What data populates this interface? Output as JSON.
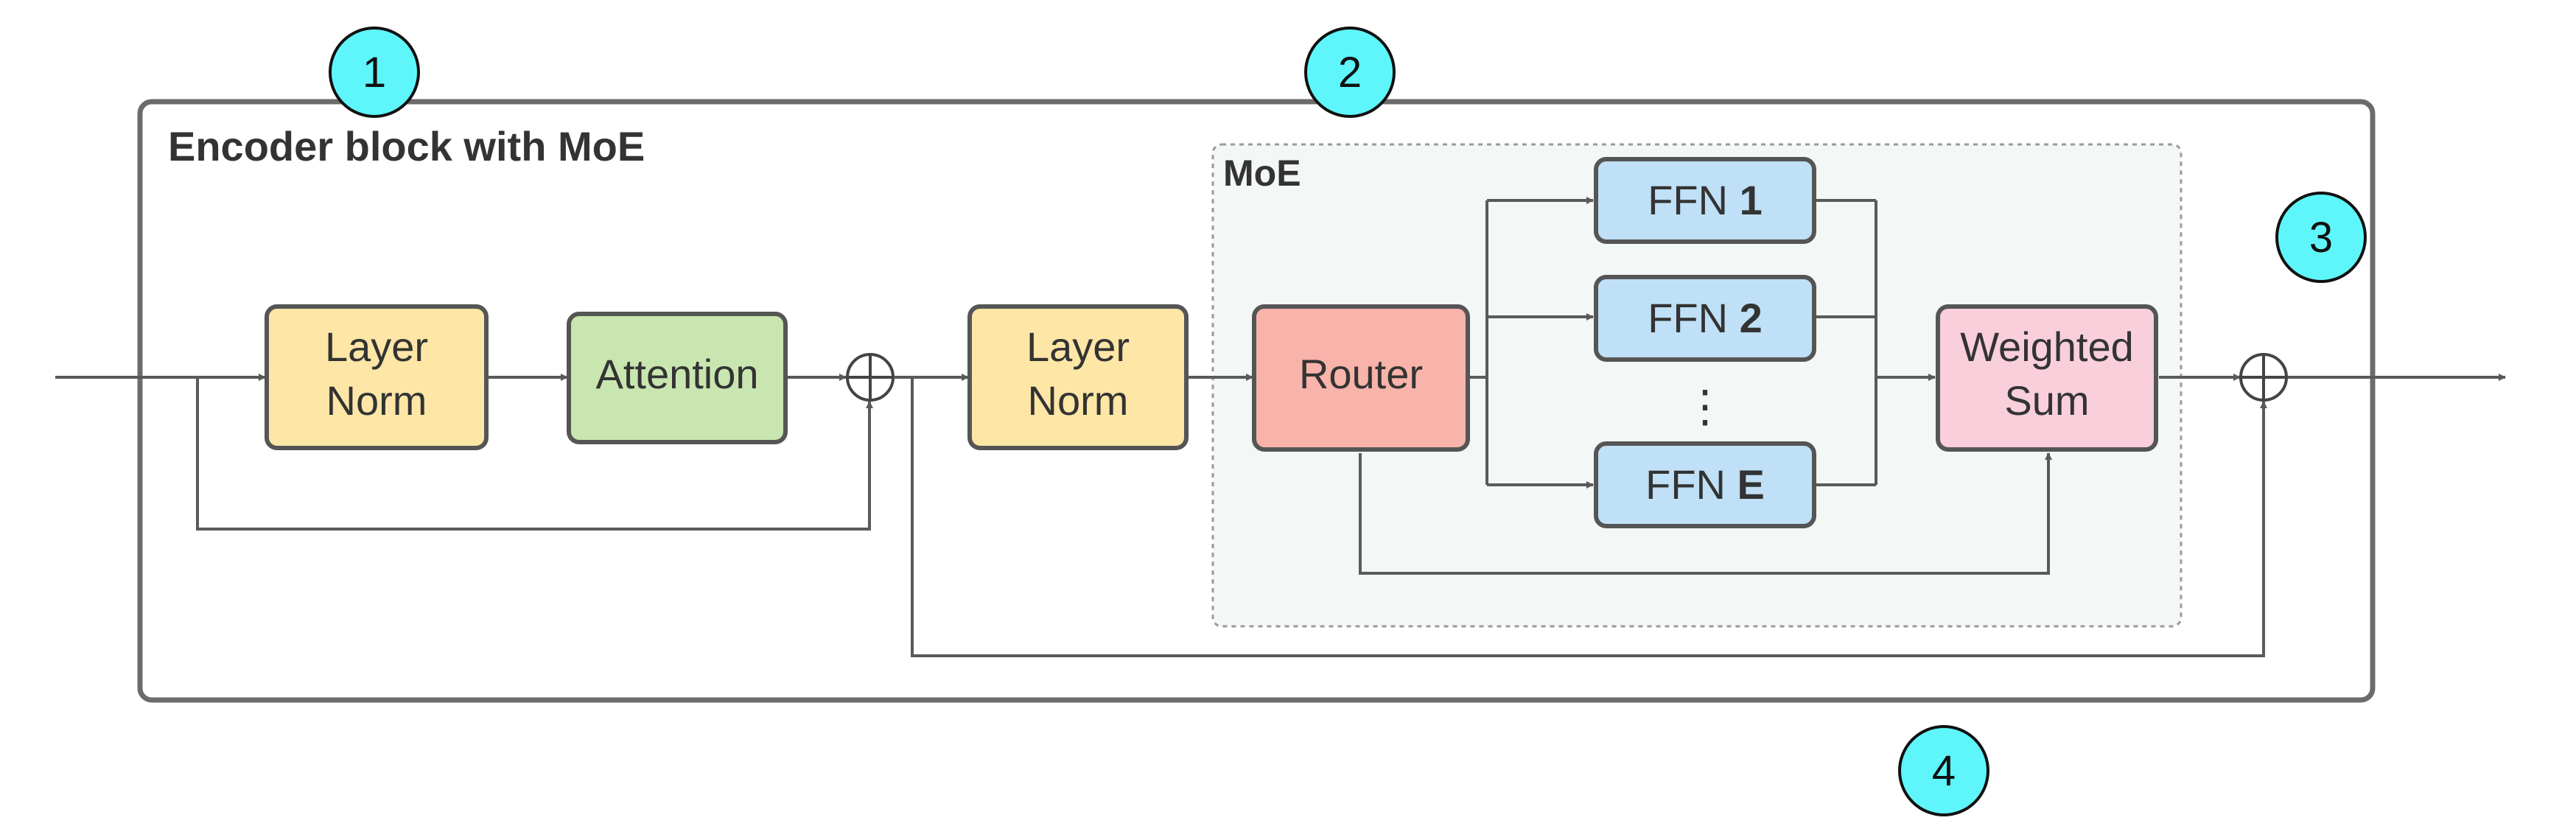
{
  "encoder_title": "Encoder block with MoE",
  "moe_title": "MoE",
  "blocks": {
    "layer_norm_1": {
      "line1": "Layer",
      "line2": "Norm"
    },
    "attention": {
      "label": "Attention"
    },
    "layer_norm_2": {
      "line1": "Layer",
      "line2": "Norm"
    },
    "router": {
      "label": "Router"
    },
    "ffn_1": {
      "prefix": "FFN",
      "suffix": "1"
    },
    "ffn_2": {
      "prefix": "FFN",
      "suffix": "2"
    },
    "ffn_e": {
      "prefix": "FFN",
      "suffix": "E"
    },
    "ffn_ellipsis": "⋮",
    "weighted_sum": {
      "line1": "Weighted",
      "line2": "Sum"
    }
  },
  "badges": [
    "1",
    "2",
    "3",
    "4"
  ],
  "colors": {
    "layer_norm": "#fde6a6",
    "attention": "#c9e6b0",
    "router": "#f8b3aa",
    "ffn": "#bfe0f6",
    "weighted_sum": "#f8cfdb",
    "badge": "#5ef6fb",
    "moe_panel": "#f3f7f6"
  }
}
